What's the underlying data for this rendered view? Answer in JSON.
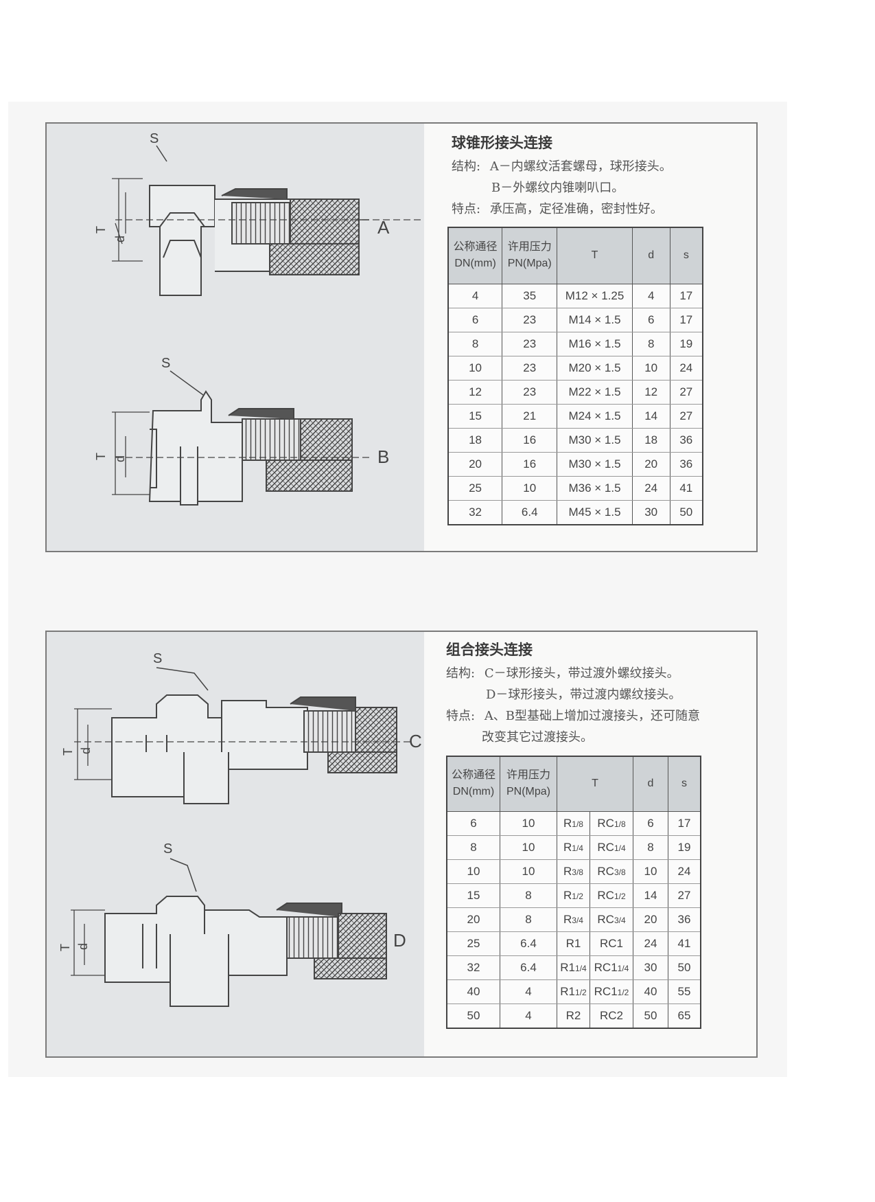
{
  "section1": {
    "title": "球锥形接头连接",
    "structure_label": "结构:",
    "structure_a": "A－内螺纹活套螺母，球形接头。",
    "structure_b": "B－外螺纹内锥喇叭口。",
    "feature_label": "特点:",
    "feature_text": "承压高，定径准确，密封性好。",
    "drawing_labels": {
      "s": "S",
      "t": "T",
      "d": "d",
      "a": "A",
      "b": "B"
    },
    "table": {
      "headers": {
        "dn": "公称通径 DN(mm)",
        "pn": "许用压力 PN(Mpa)",
        "t": "T",
        "d": "d",
        "s": "s"
      },
      "rows": [
        {
          "dn": "4",
          "pn": "35",
          "t": "M12 × 1.25",
          "d": "4",
          "s": "17"
        },
        {
          "dn": "6",
          "pn": "23",
          "t": "M14 × 1.5",
          "d": "6",
          "s": "17"
        },
        {
          "dn": "8",
          "pn": "23",
          "t": "M16 × 1.5",
          "d": "8",
          "s": "19"
        },
        {
          "dn": "10",
          "pn": "23",
          "t": "M20 × 1.5",
          "d": "10",
          "s": "24"
        },
        {
          "dn": "12",
          "pn": "23",
          "t": "M22 × 1.5",
          "d": "12",
          "s": "27"
        },
        {
          "dn": "15",
          "pn": "21",
          "t": "M24 × 1.5",
          "d": "14",
          "s": "27"
        },
        {
          "dn": "18",
          "pn": "16",
          "t": "M30 × 1.5",
          "d": "18",
          "s": "36"
        },
        {
          "dn": "20",
          "pn": "16",
          "t": "M30 × 1.5",
          "d": "20",
          "s": "36"
        },
        {
          "dn": "25",
          "pn": "10",
          "t": "M36 × 1.5",
          "d": "24",
          "s": "41"
        },
        {
          "dn": "32",
          "pn": "6.4",
          "t": "M45 × 1.5",
          "d": "30",
          "s": "50"
        }
      ]
    }
  },
  "section2": {
    "title": "组合接头连接",
    "structure_label": "结构:",
    "structure_c": "C－球形接头，带过渡外螺纹接头。",
    "structure_d": "D－球形接头，带过渡内螺纹接头。",
    "feature_label": "特点:",
    "feature_text_1": "A、B型基础上增加过渡接头，还可随意",
    "feature_text_2": "改变其它过渡接头。",
    "drawing_labels": {
      "s": "S",
      "t": "T",
      "d": "d",
      "c": "C",
      "dd": "D"
    },
    "table": {
      "headers": {
        "dn": "公称通径 DN(mm)",
        "pn": "许用压力 PN(Mpa)",
        "t": "T",
        "d": "d",
        "s": "s"
      },
      "rows": [
        {
          "dn": "6",
          "pn": "10",
          "r": "R",
          "r_sub": "1/8",
          "rc": "RC",
          "rc_sub": "1/8",
          "d": "6",
          "s": "17"
        },
        {
          "dn": "8",
          "pn": "10",
          "r": "R",
          "r_sub": "1/4",
          "rc": "RC",
          "rc_sub": "1/4",
          "d": "8",
          "s": "19"
        },
        {
          "dn": "10",
          "pn": "10",
          "r": "R",
          "r_sub": "3/8",
          "rc": "RC",
          "rc_sub": "3/8",
          "d": "10",
          "s": "24"
        },
        {
          "dn": "15",
          "pn": "8",
          "r": "R",
          "r_sub": "1/2",
          "rc": "RC",
          "rc_sub": "1/2",
          "d": "14",
          "s": "27"
        },
        {
          "dn": "20",
          "pn": "8",
          "r": "R",
          "r_sub": "3/4",
          "rc": "RC",
          "rc_sub": "3/4",
          "d": "20",
          "s": "36"
        },
        {
          "dn": "25",
          "pn": "6.4",
          "r": "R1",
          "r_sub": "",
          "rc": "RC1",
          "rc_sub": "",
          "d": "24",
          "s": "41"
        },
        {
          "dn": "32",
          "pn": "6.4",
          "r": "R1",
          "r_sub": "1/4",
          "rc": "RC1",
          "rc_sub": "1/4",
          "d": "30",
          "s": "50"
        },
        {
          "dn": "40",
          "pn": "4",
          "r": "R1",
          "r_sub": "1/2",
          "rc": "RC1",
          "rc_sub": "1/2",
          "d": "40",
          "s": "55"
        },
        {
          "dn": "50",
          "pn": "4",
          "r": "R2",
          "r_sub": "",
          "rc": "RC2",
          "rc_sub": "",
          "d": "50",
          "s": "65"
        }
      ]
    }
  }
}
